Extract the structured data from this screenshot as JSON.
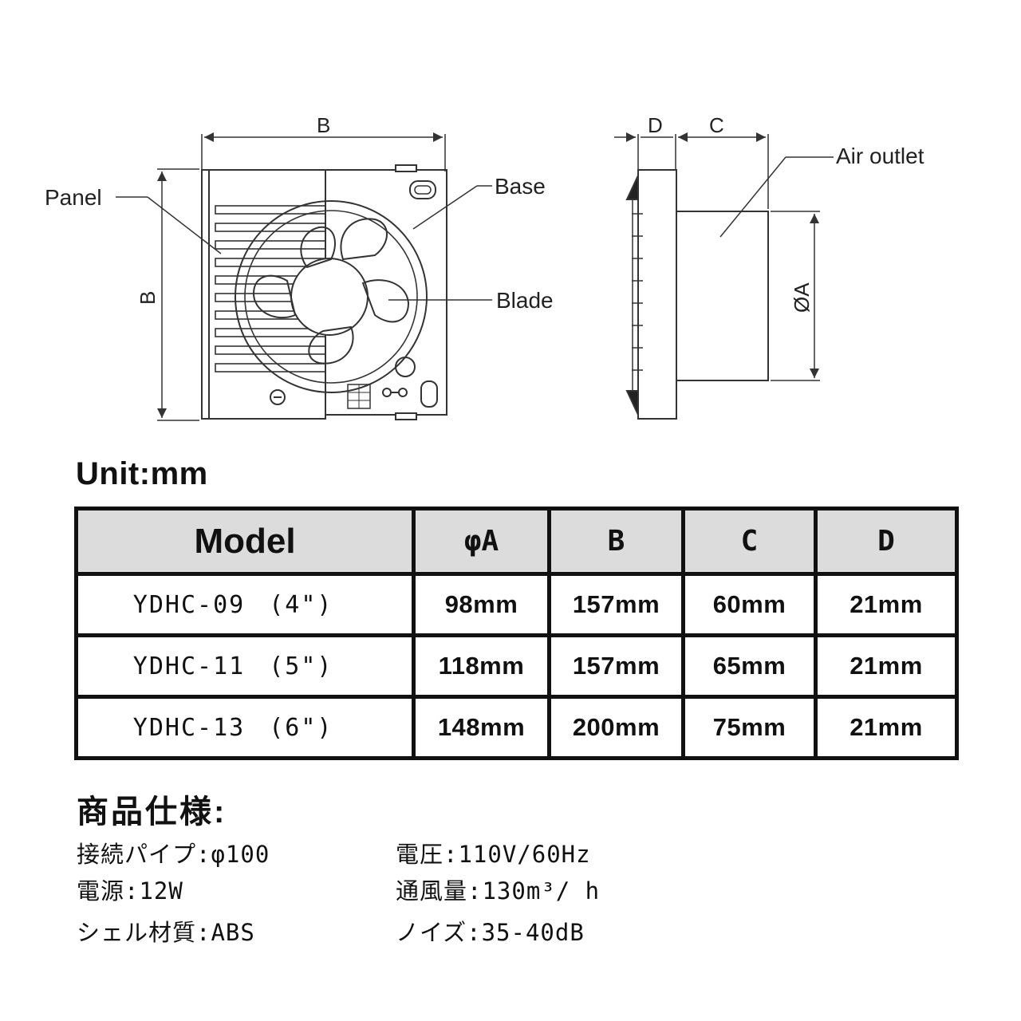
{
  "diagram": {
    "front_view": {
      "dim_top": "B",
      "dim_left": "B",
      "label_panel": "Panel",
      "label_base": "Base",
      "label_blade": "Blade"
    },
    "side_view": {
      "dim_d": "D",
      "dim_c": "C",
      "dim_a": "ØA",
      "label_air_outlet": "Air outlet"
    }
  },
  "unit_label": "Unit:mm",
  "table": {
    "headers": [
      "Model",
      "φA",
      "B",
      "C",
      "D"
    ],
    "rows": [
      {
        "model": "YDHC-09",
        "size": "(4\")",
        "a": "98mm",
        "b": "157mm",
        "c": "60mm",
        "d": "21mm"
      },
      {
        "model": "YDHC-11",
        "size": "(5\")",
        "a": "118mm",
        "b": "157mm",
        "c": "65mm",
        "d": "21mm"
      },
      {
        "model": "YDHC-13",
        "size": "(6\")",
        "a": "148mm",
        "b": "200mm",
        "c": "75mm",
        "d": "21mm"
      }
    ]
  },
  "specs": {
    "title": "商品仕様:",
    "items": [
      {
        "text": "接続パイプ:φ100"
      },
      {
        "text": "電圧:110V/60Hz"
      },
      {
        "text": "電源:12W"
      },
      {
        "text": "通風量:130m³/ h"
      },
      {
        "text": "シェル材質:ABS"
      },
      {
        "text": "ノイズ:35-40dB"
      }
    ]
  }
}
